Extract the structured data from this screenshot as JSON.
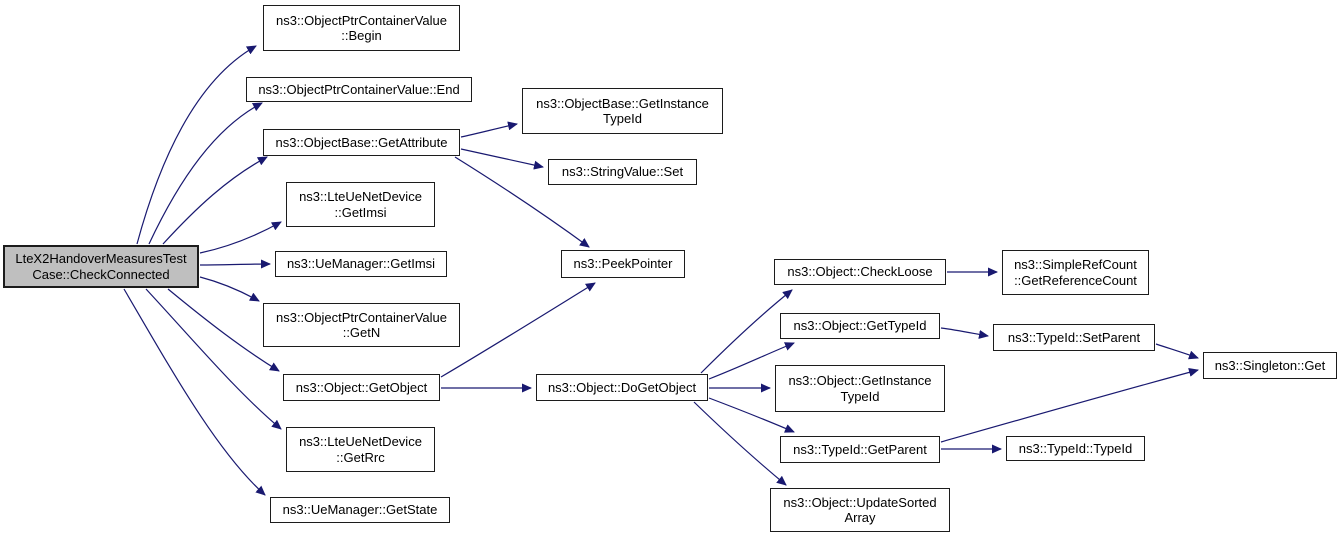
{
  "diagram": {
    "kind": "call-graph",
    "edge_color": "#191970",
    "node_border_color": "#1c1c1c",
    "node_fill": "#ffffff",
    "root_fill": "#bfbfbf"
  },
  "nodes": [
    {
      "id": "check-connected",
      "label": "LteX2HandoverMeasuresTest\nCase::CheckConnected"
    },
    {
      "id": "container-begin",
      "label": "ns3::ObjectPtrContainerValue\n::Begin"
    },
    {
      "id": "container-end",
      "label": "ns3::ObjectPtrContainerValue::End"
    },
    {
      "id": "get-attribute",
      "label": "ns3::ObjectBase::GetAttribute"
    },
    {
      "id": "objectbase-getinstance",
      "label": "ns3::ObjectBase::GetInstance\nTypeId"
    },
    {
      "id": "stringvalue-set",
      "label": "ns3::StringValue::Set"
    },
    {
      "id": "lteue-getimsi",
      "label": "ns3::LteUeNetDevice\n::GetImsi"
    },
    {
      "id": "uemanager-getimsi",
      "label": "ns3::UeManager::GetImsi"
    },
    {
      "id": "container-getn",
      "label": "ns3::ObjectPtrContainerValue\n::GetN"
    },
    {
      "id": "peek-pointer",
      "label": "ns3::PeekPointer"
    },
    {
      "id": "object-getobject",
      "label": "ns3::Object::GetObject"
    },
    {
      "id": "object-dogetobject",
      "label": "ns3::Object::DoGetObject"
    },
    {
      "id": "lteue-getrrc",
      "label": "ns3::LteUeNetDevice\n::GetRrc"
    },
    {
      "id": "uemanager-getstate",
      "label": "ns3::UeManager::GetState"
    },
    {
      "id": "object-checkloose",
      "label": "ns3::Object::CheckLoose"
    },
    {
      "id": "getreferencecount",
      "label": "ns3::SimpleRefCount\n::GetReferenceCount"
    },
    {
      "id": "object-gettypeid",
      "label": "ns3::Object::GetTypeId"
    },
    {
      "id": "typeid-setparent",
      "label": "ns3::TypeId::SetParent"
    },
    {
      "id": "object-getinstance",
      "label": "ns3::Object::GetInstance\nTypeId"
    },
    {
      "id": "typeid-getparent",
      "label": "ns3::TypeId::GetParent"
    },
    {
      "id": "typeid-ctor",
      "label": "ns3::TypeId::TypeId"
    },
    {
      "id": "singleton-get",
      "label": "ns3::Singleton::Get"
    },
    {
      "id": "update-sorted-array",
      "label": "ns3::Object::UpdateSorted\nArray"
    }
  ],
  "edges": [
    {
      "from": "LteX2HandoverMeasuresTestCase::CheckConnected",
      "to": "ns3::ObjectPtrContainerValue::Begin"
    },
    {
      "from": "LteX2HandoverMeasuresTestCase::CheckConnected",
      "to": "ns3::ObjectPtrContainerValue::End"
    },
    {
      "from": "LteX2HandoverMeasuresTestCase::CheckConnected",
      "to": "ns3::ObjectBase::GetAttribute"
    },
    {
      "from": "LteX2HandoverMeasuresTestCase::CheckConnected",
      "to": "ns3::LteUeNetDevice::GetImsi"
    },
    {
      "from": "LteX2HandoverMeasuresTestCase::CheckConnected",
      "to": "ns3::UeManager::GetImsi"
    },
    {
      "from": "LteX2HandoverMeasuresTestCase::CheckConnected",
      "to": "ns3::ObjectPtrContainerValue::GetN"
    },
    {
      "from": "LteX2HandoverMeasuresTestCase::CheckConnected",
      "to": "ns3::Object::GetObject"
    },
    {
      "from": "LteX2HandoverMeasuresTestCase::CheckConnected",
      "to": "ns3::LteUeNetDevice::GetRrc"
    },
    {
      "from": "LteX2HandoverMeasuresTestCase::CheckConnected",
      "to": "ns3::UeManager::GetState"
    },
    {
      "from": "ns3::ObjectBase::GetAttribute",
      "to": "ns3::ObjectBase::GetInstanceTypeId"
    },
    {
      "from": "ns3::ObjectBase::GetAttribute",
      "to": "ns3::StringValue::Set"
    },
    {
      "from": "ns3::ObjectBase::GetAttribute",
      "to": "ns3::PeekPointer"
    },
    {
      "from": "ns3::Object::GetObject",
      "to": "ns3::PeekPointer"
    },
    {
      "from": "ns3::Object::GetObject",
      "to": "ns3::Object::DoGetObject"
    },
    {
      "from": "ns3::Object::DoGetObject",
      "to": "ns3::Object::CheckLoose"
    },
    {
      "from": "ns3::Object::DoGetObject",
      "to": "ns3::Object::GetTypeId"
    },
    {
      "from": "ns3::Object::DoGetObject",
      "to": "ns3::Object::GetInstanceTypeId"
    },
    {
      "from": "ns3::Object::DoGetObject",
      "to": "ns3::TypeId::GetParent"
    },
    {
      "from": "ns3::Object::DoGetObject",
      "to": "ns3::Object::UpdateSortedArray"
    },
    {
      "from": "ns3::Object::CheckLoose",
      "to": "ns3::SimpleRefCount::GetReferenceCount"
    },
    {
      "from": "ns3::Object::GetTypeId",
      "to": "ns3::TypeId::SetParent"
    },
    {
      "from": "ns3::TypeId::SetParent",
      "to": "ns3::Singleton::Get"
    },
    {
      "from": "ns3::TypeId::GetParent",
      "to": "ns3::Singleton::Get"
    },
    {
      "from": "ns3::TypeId::GetParent",
      "to": "ns3::TypeId::TypeId"
    }
  ]
}
